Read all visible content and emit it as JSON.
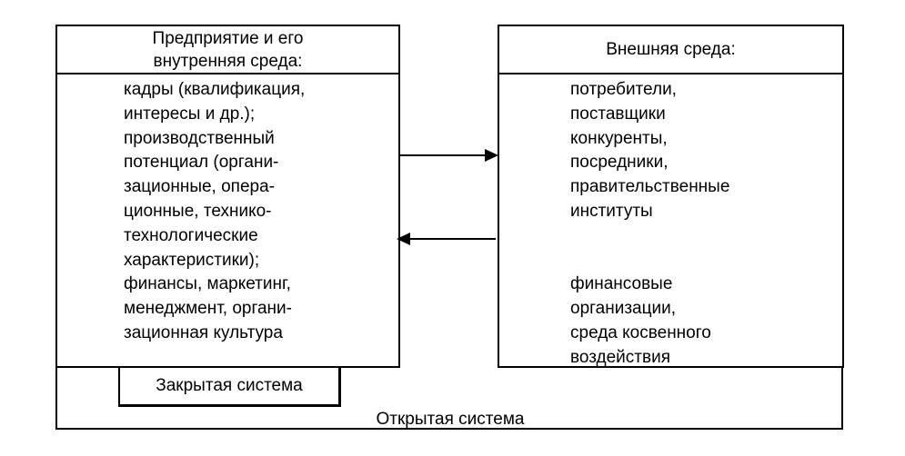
{
  "diagram": {
    "left_box": {
      "title_lines": [
        "Предприятие и его",
        "внутренняя среда:"
      ],
      "items": [
        "кадры (квалификация,",
        "интересы и др.);",
        "производственный",
        "потенциал (органи-",
        "зационные, опера-",
        "ционные, технико-",
        "технологические",
        "характеристики);",
        "финансы, маркетинг,",
        "менеджмент, органи-",
        "зационная культура"
      ]
    },
    "right_box": {
      "title": "Внешняя среда:",
      "items": [
        "потребители,",
        "поставщики",
        "конкуренты,",
        "посредники,",
        "правительственные",
        "институты",
        "",
        "",
        "финансовые",
        "организации,",
        "среда косвенного",
        "воздействия"
      ]
    },
    "closed_system_label": "Закрытая система",
    "open_system_label": "Открытая система"
  }
}
